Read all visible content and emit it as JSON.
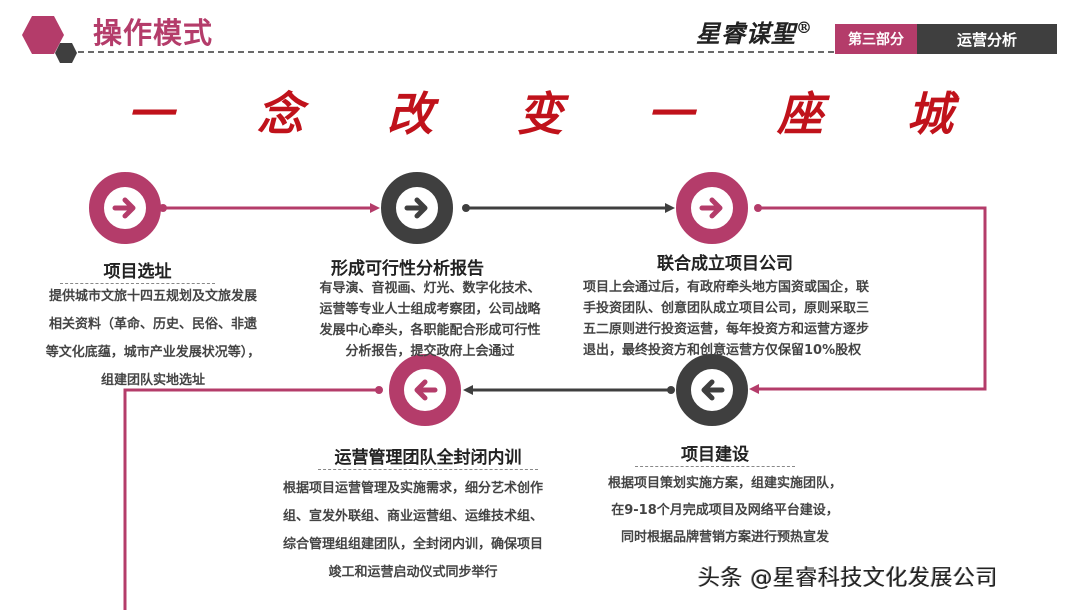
{
  "header": {
    "title": "操作模式",
    "brand": "星睿谋聖",
    "brand_mark": "®",
    "section_tag": "第三部分",
    "section_name": "运营分析"
  },
  "slogan": [
    "一",
    "念",
    "改",
    "变",
    "一",
    "座",
    "城"
  ],
  "colors": {
    "accent": "#b43c6a",
    "dark": "#3f3f3f",
    "slogan_red": "#c0121b"
  },
  "steps": [
    {
      "title": "项目选址",
      "icon": "arrow-right-icon",
      "color": "pink",
      "desc": [
        "提供城市文旅十四五规划及文旅发展",
        "相关资料（革命、历史、民俗、非遗",
        "等文化底蕴，城市产业发展状况等），",
        "组建团队实地选址"
      ]
    },
    {
      "title": "形成可行性分析报告",
      "icon": "arrow-right-icon",
      "color": "dark",
      "desc": [
        "有导演、音视画、灯光、数字化技术、",
        "运营等专业人士组成考察团，公司战略",
        "发展中心牵头，各职能配合形成可行性",
        "分析报告，提交政府上会通过"
      ]
    },
    {
      "title": "联合成立项目公司",
      "icon": "arrow-right-icon",
      "color": "pink",
      "desc": [
        "项目上会通过后，有政府牵头地方国资或国企，联",
        "手投资团队、创意团队成立项目公司，原则采取三",
        "五二原则进行投资运营，每年投资方和运营方逐步",
        "退出，最终投资方和创意运营方仅保留10%股权"
      ]
    },
    {
      "title": "项目建设",
      "icon": "arrow-left-icon",
      "color": "dark",
      "desc": [
        "根据项目策划实施方案，组建实施团队，",
        "在9-18个月完成项目及网络平台建设，",
        "同时根据品牌营销方案进行预热宣发"
      ]
    },
    {
      "title": "运营管理团队全封闭内训",
      "icon": "arrow-left-icon",
      "color": "pink",
      "desc": [
        "根据项目运营管理及实施需求，细分艺术创作",
        "组、宣发外联组、商业运营组、运维技术组、",
        "综合管理组组建团队，全封闭内训，确保项目",
        "竣工和运营启动仪式同步举行"
      ]
    }
  ],
  "watermark": "头条 @星睿科技文化发展公司"
}
